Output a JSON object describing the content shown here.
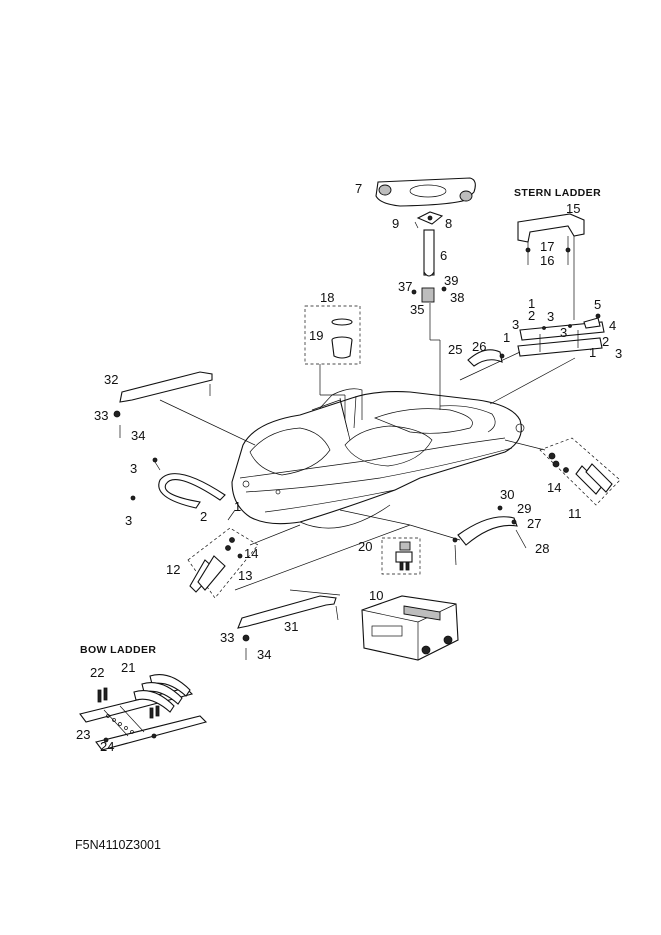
{
  "headings": {
    "stern_ladder": "STERN LADDER",
    "bow_ladder": "BOW LADDER"
  },
  "figure_code": "F5N4110Z3001",
  "callouts": [
    "7",
    "8",
    "9",
    "6",
    "37",
    "39",
    "38",
    "35",
    "18",
    "19",
    "15",
    "17",
    "16",
    "5",
    "4",
    "2",
    "3",
    "1",
    "25",
    "26",
    "32",
    "33",
    "34",
    "3",
    "3",
    "2",
    "1",
    "14",
    "11",
    "12",
    "13",
    "14",
    "20",
    "30",
    "29",
    "27",
    "28",
    "10",
    "31",
    "33",
    "34",
    "22",
    "21",
    "23",
    "24",
    "1",
    "2",
    "3",
    "3",
    "1",
    "3"
  ]
}
